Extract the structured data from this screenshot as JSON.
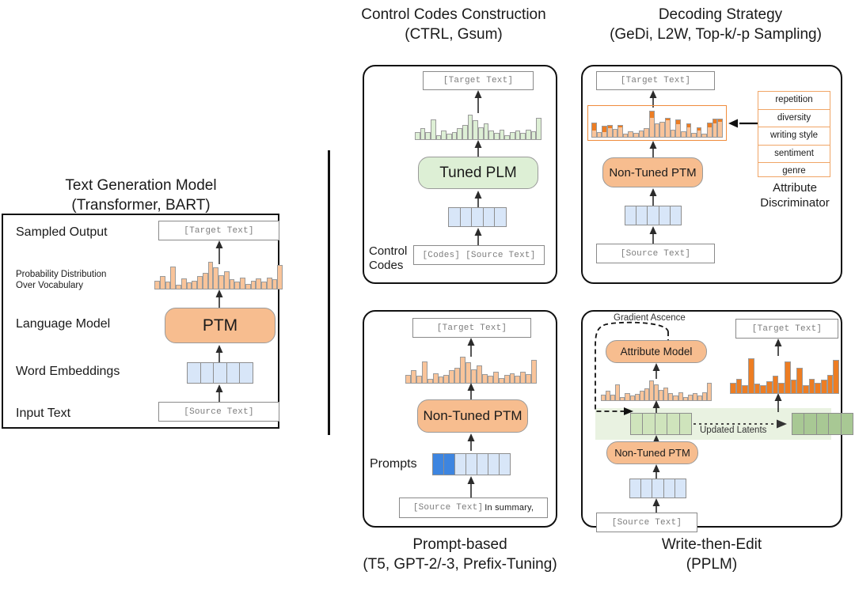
{
  "figure": {
    "left_panel": {
      "title_line1": "Text Generation Model",
      "title_line2": "(Transformer, BART)",
      "rows": [
        {
          "label": "Sampled Output",
          "value": "[Target Text]"
        },
        {
          "label_line1": "Probability Distribution",
          "label_line2": "Over Vocabulary"
        },
        {
          "label": "Language Model",
          "value": "PTM"
        },
        {
          "label": "Word Embeddings",
          "cells": 5
        },
        {
          "label": "Input Text",
          "value": "[Source Text]"
        }
      ],
      "labels": {
        "sampled_output": "Sampled Output",
        "prob_dist_l1": "Probability Distribution",
        "prob_dist_l2": "Over Vocabulary",
        "language_model": "Language Model",
        "word_embeddings": "Word Embeddings",
        "input_text": "Input Text"
      },
      "target_text": "[Target Text]",
      "source_text": "[Source Text]",
      "model_label": "PTM"
    },
    "control_codes_panel": {
      "title_line1": "Control Codes Construction",
      "title_line2": "(CTRL, Gsum)",
      "target_text": "[Target Text]",
      "model_label": "Tuned PLM",
      "input_codes": "[Codes]",
      "input_source": "[Source Text]",
      "side_label_l1": "Control",
      "side_label_l2": "Codes",
      "embedding_cells": 5
    },
    "decoding_panel": {
      "title_line1": "Decoding Strategy",
      "title_line2": "(GeDi, L2W, Top-k/-p Sampling)",
      "target_text": "[Target Text]",
      "model_label": "Non-Tuned PTM",
      "source_text": "[Source Text]",
      "embedding_cells": 5,
      "attributes": [
        "repetition",
        "diversity",
        "writing style",
        "sentiment",
        "genre"
      ],
      "attr_caption_l1": "Attribute",
      "attr_caption_l2": "Discriminator"
    },
    "prompt_panel": {
      "caption_line1": "Prompt-based",
      "caption_line2": "(T5, GPT-2/-3, Prefix-Tuning)",
      "target_text": "[Target Text]",
      "model_label": "Non-Tuned PTM",
      "prompts_label": "Prompts",
      "source_text": "[Source Text]",
      "suffix_text": "In summary,",
      "prompt_cells_dark": 2,
      "prompt_cells_light": 5
    },
    "pplm_panel": {
      "caption_line1": "Write-then-Edit",
      "caption_line2": "(PPLM)",
      "gradient_label": "Gradient Ascence",
      "attribute_model_label": "Attribute Model",
      "updated_latents_label": "Updated Latents",
      "model_label": "Non-Tuned PTM",
      "source_text": "[Source Text]",
      "target_text": "[Target Text]",
      "embedding_cells": 5,
      "latent_cells": 5
    },
    "colors": {
      "orange_fill": "#F7BD8F",
      "orange_dark": "#ED7D23",
      "orange_light_bar": "#F9C49A",
      "orange_border": "#F0A566",
      "green_fill": "#DDEFD5",
      "green_band": "#E9F2E1",
      "green_latent": "#CFE4BC",
      "green_latent_dark": "#A8C894",
      "blue_cell": "#D8E6F8",
      "blue_dark_cell": "#3D85E0",
      "stroke": "#111111",
      "muted_text": "#7d7d7d"
    }
  },
  "chart_data": [
    {
      "type": "bar",
      "title": "Probability Distribution Over Vocabulary (left panel)",
      "xlabel": "",
      "ylabel": "",
      "categories": [
        "1",
        "2",
        "3",
        "4",
        "5",
        "6",
        "7",
        "8",
        "9",
        "10",
        "11",
        "12",
        "13",
        "14",
        "15",
        "16",
        "17",
        "18",
        "19",
        "20",
        "21",
        "22",
        "23",
        "24"
      ],
      "values": [
        9,
        14,
        8,
        24,
        4,
        11,
        7,
        9,
        14,
        17,
        29,
        23,
        15,
        19,
        10,
        8,
        12,
        5,
        9,
        11,
        8,
        12,
        10,
        26
      ],
      "ylim": [
        0,
        30
      ],
      "grid": false,
      "legend": "none",
      "color": "#F9C49A"
    },
    {
      "type": "bar",
      "title": "Tuned PLM output distribution (Control Codes panel)",
      "categories": [
        "1",
        "2",
        "3",
        "4",
        "5",
        "6",
        "7",
        "8",
        "9",
        "10",
        "11",
        "12",
        "13",
        "14",
        "15",
        "16",
        "17",
        "18",
        "19",
        "20",
        "21",
        "22",
        "23",
        "24"
      ],
      "values": [
        8,
        13,
        8,
        23,
        5,
        10,
        6,
        8,
        13,
        16,
        28,
        22,
        14,
        18,
        10,
        7,
        11,
        5,
        8,
        10,
        7,
        11,
        9,
        25
      ],
      "ylim": [
        0,
        30
      ],
      "grid": false,
      "legend": "none",
      "color": "#DDEFD5"
    },
    {
      "type": "bar",
      "title": "Reranked distribution (Decoding Strategy panel)",
      "series": [
        {
          "name": "base probability",
          "values": [
            9,
            6,
            7,
            12,
            10,
            13,
            4,
            7,
            5,
            8,
            11,
            25,
            17,
            19,
            22,
            9,
            17,
            7,
            13,
            5,
            9,
            4,
            13,
            18,
            20
          ]
        },
        {
          "name": "attribute boost",
          "values": [
            9,
            0,
            7,
            3,
            0,
            2,
            0,
            0,
            0,
            0,
            0,
            8,
            0,
            0,
            2,
            0,
            5,
            0,
            4,
            0,
            3,
            0,
            5,
            5,
            3
          ]
        }
      ],
      "categories": [
        "1",
        "2",
        "3",
        "4",
        "5",
        "6",
        "7",
        "8",
        "9",
        "10",
        "11",
        "12",
        "13",
        "14",
        "15",
        "16",
        "17",
        "18",
        "19",
        "20",
        "21",
        "22",
        "23",
        "24",
        "25"
      ],
      "ylim": [
        0,
        35
      ],
      "grid": false,
      "legend": "none",
      "stacked": true,
      "colors": [
        "#F9C49A",
        "#ED7D23"
      ]
    },
    {
      "type": "bar",
      "title": "Non-Tuned PTM output distribution (Prompt-based panel)",
      "categories": [
        "1",
        "2",
        "3",
        "4",
        "5",
        "6",
        "7",
        "8",
        "9",
        "10",
        "11",
        "12",
        "13",
        "14",
        "15",
        "16",
        "17",
        "18",
        "19",
        "20",
        "21",
        "22",
        "23",
        "24"
      ],
      "values": [
        9,
        14,
        8,
        24,
        4,
        11,
        7,
        9,
        14,
        17,
        29,
        23,
        15,
        19,
        10,
        8,
        12,
        5,
        9,
        11,
        8,
        12,
        10,
        26
      ],
      "ylim": [
        0,
        30
      ],
      "grid": false,
      "legend": "none",
      "color": "#F9C49A"
    },
    {
      "type": "bar",
      "title": "Pre-edit distribution (Write-then-Edit panel, left)",
      "categories": [
        "1",
        "2",
        "3",
        "4",
        "5",
        "6",
        "7",
        "8",
        "9",
        "10",
        "11",
        "12",
        "13",
        "14",
        "15",
        "16",
        "17",
        "18",
        "19",
        "20",
        "21",
        "22",
        "23"
      ],
      "values": [
        7,
        12,
        7,
        20,
        4,
        9,
        6,
        8,
        12,
        15,
        25,
        20,
        13,
        16,
        9,
        6,
        10,
        4,
        7,
        9,
        6,
        10,
        22
      ],
      "ylim": [
        0,
        28
      ],
      "grid": false,
      "legend": "none",
      "color": "#F9C49A"
    },
    {
      "type": "bar",
      "title": "Post-edit distribution (Write-then-Edit panel, right)",
      "categories": [
        "1",
        "2",
        "3",
        "4",
        "5",
        "6",
        "7",
        "8",
        "9",
        "10",
        "11",
        "12",
        "13",
        "14",
        "15",
        "16",
        "17",
        "18"
      ],
      "values": [
        8,
        11,
        6,
        26,
        7,
        6,
        9,
        13,
        8,
        24,
        10,
        19,
        6,
        11,
        8,
        10,
        14,
        25
      ],
      "ylim": [
        0,
        28
      ],
      "grid": false,
      "legend": "none",
      "color": "#ED7D23"
    }
  ]
}
